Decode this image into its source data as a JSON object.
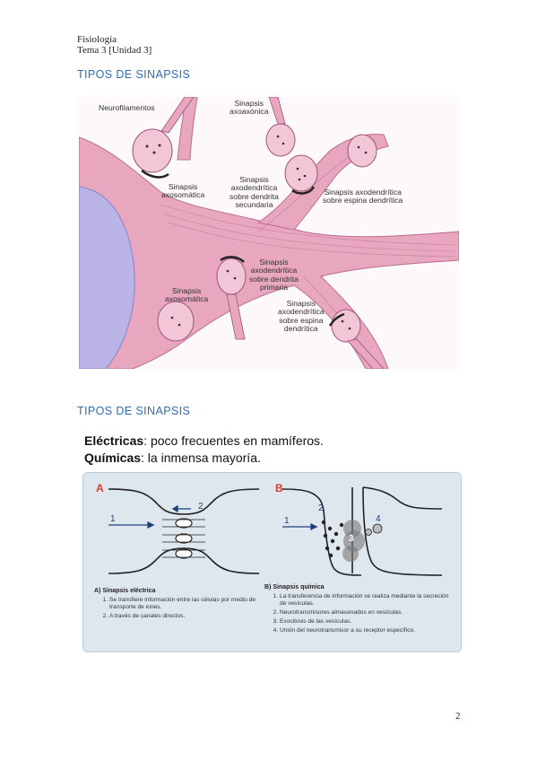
{
  "header": {
    "line1": "Fisiología",
    "line2": "Tema 3 [Unidad 3]"
  },
  "section1": {
    "title": "TIPOS DE SINAPSIS"
  },
  "figure1": {
    "labels": {
      "neurofilamentos": "Neurofilamentos",
      "axoaxonica": "Sinapsis\naxoaxónica",
      "axosomatica1": "Sinapsis\naxosomática",
      "axodendritica_sec": "Sinapsis\naxodendrítica\nsobre dendrita\nsecundaria",
      "axodendritica_espina1": "Sinapsis axodendrítica\nsobre espina dendrítica",
      "axodendritica_prim": "Sinapsis\naxodendrítica\nsobre dendrita\nprimaria",
      "axosomatica2": "Sinapsis\naxosomática",
      "axodendritica_espina2": "Sinapsis\naxodendrítica\nsobre espina\ndendrítica"
    }
  },
  "section2": {
    "title": "TIPOS DE SINAPSIS",
    "line1_bold": "Eléctricas",
    "line1_rest": ": poco frecuentes en mamíferos.",
    "line2_bold": "Químicas",
    "line2_rest": ": la inmensa mayoría."
  },
  "figure2": {
    "panelA": "A",
    "panelB": "B",
    "markA1": "1",
    "markA2": "2",
    "markB1": "1",
    "markB2": "2",
    "markB3": "3",
    "markB4": "4",
    "capA_title": "A) Sinapsis eléctrica",
    "capA_items": [
      "Se transfiere información entre las células por medio de transporte de iones.",
      "A través de canales directos."
    ],
    "capB_title": "B) Sinapsis química",
    "capB_items": [
      "La transferencia de información se realiza mediante la secreción de vesículas.",
      "Neurotransmisores almacenados en vesículas.",
      "Exocitosis de las vesículas.",
      "Unión del neurotransmisor a su receptor específico."
    ]
  },
  "page_number": "2"
}
